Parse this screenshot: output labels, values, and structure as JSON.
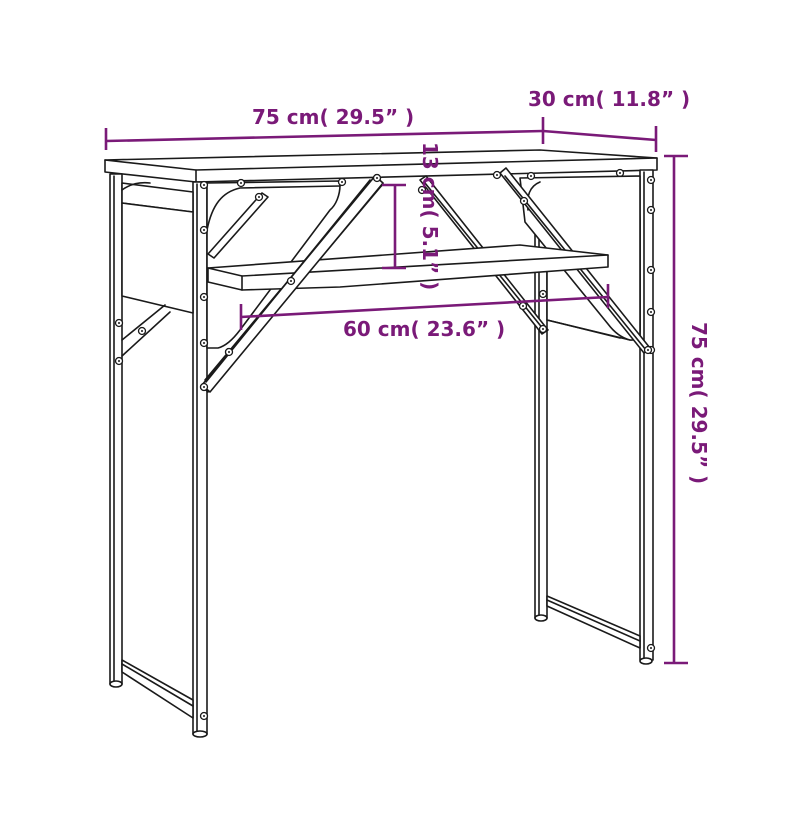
{
  "diagram": {
    "subject": "Console table with shelf",
    "line_color": "#1a1a1a",
    "dimension_color": "#7a1a78",
    "background": "#ffffff",
    "dimensions": {
      "width": {
        "label": "75 cm( 29.5”  )",
        "value_cm": 75,
        "value_in": 29.5
      },
      "depth": {
        "label": "30 cm( 11.8”  )",
        "value_cm": 30,
        "value_in": 11.8
      },
      "height": {
        "label": "75 cm( 29.5”  )",
        "value_cm": 75,
        "value_in": 29.5
      },
      "shelf_gap": {
        "label": "13 cm( 5.1”  )",
        "value_cm": 13,
        "value_in": 5.1
      },
      "shelf_width": {
        "label": "60 cm( 23.6”  )",
        "value_cm": 60,
        "value_in": 23.6
      }
    }
  }
}
